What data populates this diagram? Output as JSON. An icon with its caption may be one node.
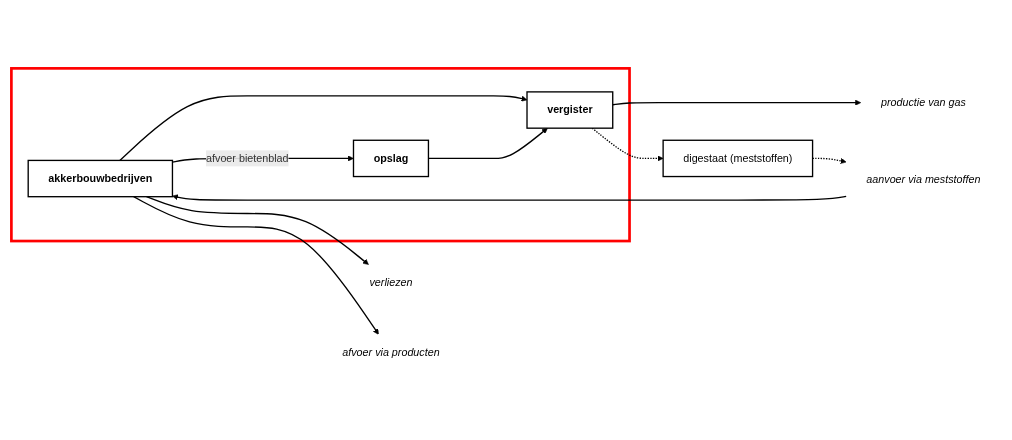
{
  "diagram": {
    "nodes": [
      {
        "text": [],
        "shape": "box"
      },
      {
        "text": [
          "aanvoer via meststoffen"
        ]
      },
      {
        "text": [
          "verliezen"
        ]
      },
      {
        "text": [
          "afvoer via producten"
        ]
      },
      {
        "text": [
          "productie van gas"
        ]
      },
      {
        "text": [
          "akkerbouwbedrijven"
        ],
        "in": 0
      },
      {
        "text": [
          "opslag"
        ],
        "in": 0
      },
      {
        "text": [
          "vergister"
        ],
        "in": 0
      },
      {
        "text": [
          "digestaat (meststoffen)"
        ]
      }
    ],
    "edges": [
      {
        "from": 1,
        "to": 5,
        "arrow": "to"
      },
      {
        "from": 5,
        "to": 2,
        "arrow": "to"
      },
      {
        "from": 5,
        "to": 3,
        "arrow": "to"
      },
      {
        "from": 5,
        "to": 6,
        "arrow": "to",
        "label": "afvoer bietenblad"
      },
      {
        "from": 5,
        "to": 7,
        "arrow": "to"
      },
      {
        "from": 6,
        "to": 7,
        "arrow": "to"
      },
      {
        "from": 7,
        "to": 4,
        "arrow": "to"
      },
      {
        "from": 7,
        "to": 8,
        "arrow": "to",
        "style": "dashed"
      },
      {
        "from": 8,
        "to": 1,
        "arrow": "to",
        "style": "dashed"
      }
    ]
  }
}
